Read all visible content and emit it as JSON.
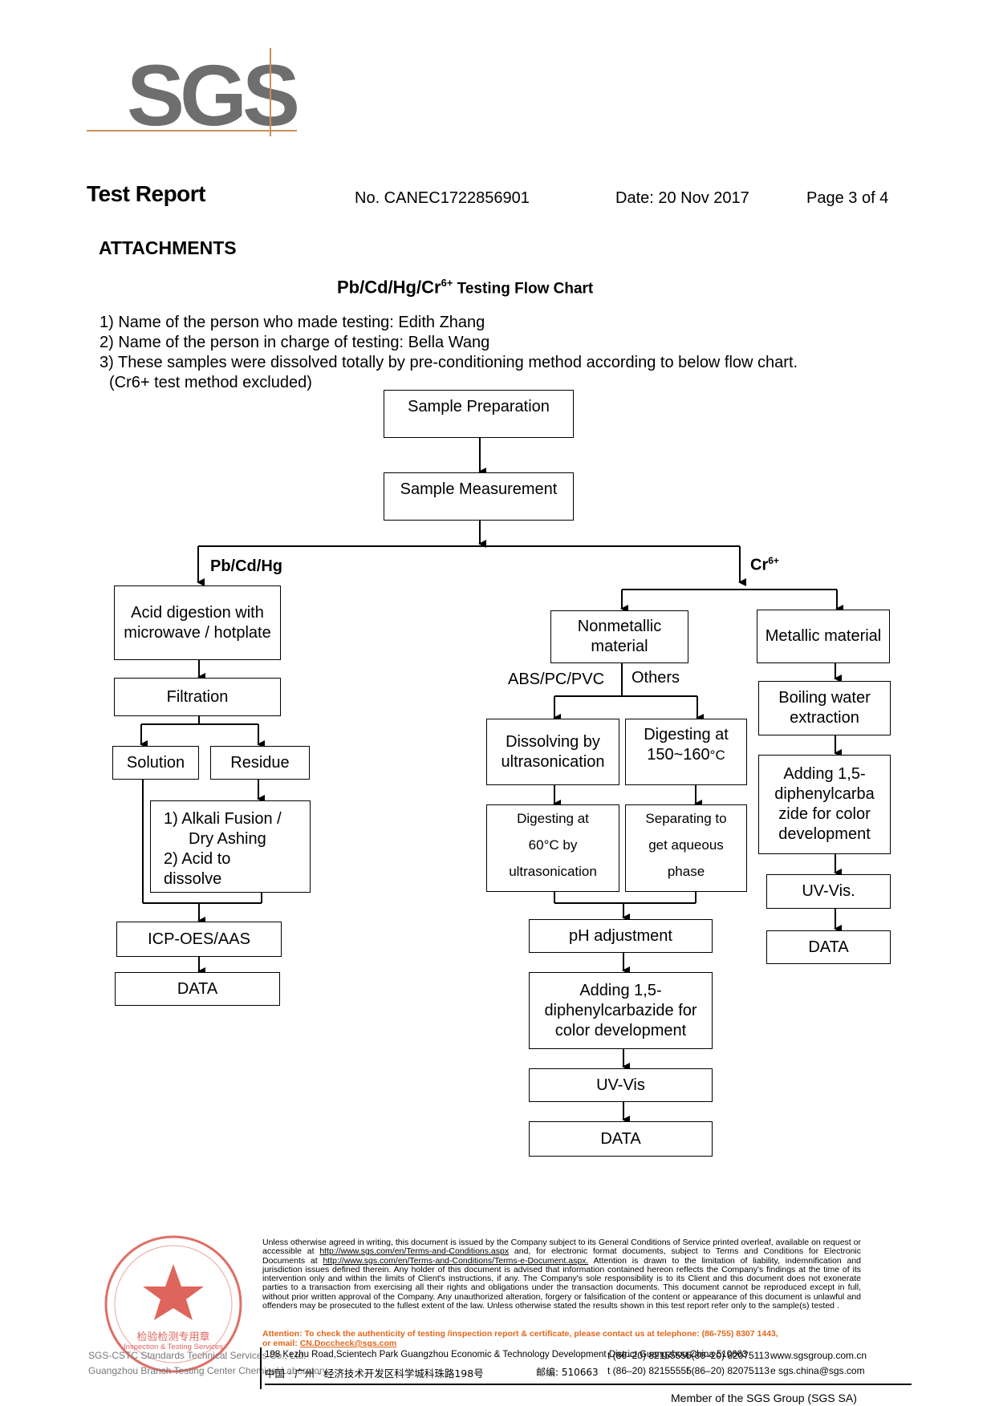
{
  "logo": {
    "text": "SGS"
  },
  "header": {
    "title": "Test Report",
    "number": "No. CANEC1722856901",
    "date": "Date: 20 Nov 2017",
    "page": "Page 3 of 4"
  },
  "attachments": "ATTACHMENTS",
  "chart_title": {
    "main": "Pb/Cd/Hg/Cr",
    "sup": "6+",
    "rest": " Testing Flow Chart"
  },
  "notes": [
    "1) Name of the person who made testing: Edith Zhang",
    "2) Name of the person in charge of testing: Bella Wang",
    "3) These samples were dissolved totally by pre-conditioning method according to below flow chart.",
    "(Cr6+ test method excluded)"
  ],
  "flow": {
    "sample_preparation": "Sample Preparation",
    "sample_measurement": "Sample Measurement",
    "branch_pb": "Pb/Cd/Hg",
    "branch_cr": "Cr",
    "branch_cr_sup": "6+",
    "acid_digestion": "Acid digestion with microwave / hotplate",
    "filtration": "Filtration",
    "solution": "Solution",
    "residue": "Residue",
    "alkali_1": "1) Alkali Fusion /",
    "alkali_2": "Dry Ashing",
    "alkali_3": "2) Acid to",
    "alkali_4": "dissolve",
    "icp": "ICP-OES/AAS",
    "data_left": "DATA",
    "nonmetallic": "Nonmetallic material",
    "metallic": "Metallic material",
    "abs_pc_pvc": "ABS/PC/PVC",
    "others": "Others",
    "dissolving": "Dissolving by ultrasonication",
    "digesting_150_a": "Digesting at",
    "digesting_150_b": "150~160",
    "digesting_150_unit": "°C",
    "digesting_60_a": "Digesting at",
    "digesting_60_b": "60°C by",
    "digesting_60_c": "ultrasonication",
    "separating_a": "Separating to",
    "separating_b": "get aqueous",
    "separating_c": "phase",
    "ph": "pH adjustment",
    "adding_mid": "Adding 1,5-diphenylcarbazide for color development",
    "uvvis_mid": "UV-Vis",
    "data_mid": "DATA",
    "boiling": "Boiling water extraction",
    "adding_right": "Adding 1,5-diphenylcarba zide for color development",
    "uvvis_right": "UV-Vis.",
    "data_right": "DATA"
  },
  "footer": {
    "disclaimer_1": "Unless otherwise agreed in writing, this document is issued by the Company subject to its General Conditions of Service printed overleaf, available on request or accessible at ",
    "link_1": "http://www.sgs.com/en/Terms-and-Conditions.aspx",
    "disclaimer_2": " and, for electronic format documents, subject to Terms and Conditions for Electronic Documents at ",
    "link_2": "http://www.sgs.com/en/Terms-and-Conditions/Terms-e-Document.aspx.",
    "disclaimer_3": " Attention is drawn to the limitation of liability, indemnification and jurisdiction issues defined therein. Any holder of this document is advised that information contained hereon reflects the Company's findings at the time of its intervention only and within the limits of Client's instructions, if any. The Company's sole responsibility is to its Client and this document does not exonerate parties to a transaction from exercising all their rights and obligations under the transaction documents. This document cannot be reproduced except in full, without prior written approval of the Company. Any unauthorized alteration, forgery or falsification of the content or appearance of this document is unlawful and offenders may be prosecuted to the fullest extent of the law. Unless otherwise stated the results shown in this test report refer only to the sample(s) tested .",
    "attention": "Attention: To check the authenticity of testing /inspection report & certificate, please contact us at telephone: (86-755) 8307 1443,",
    "email_prefix": "or email: ",
    "email": "CN.Doccheck@sgs.com",
    "address_en": "198 Kezhu Road,Scientech Park Guangzhou Economic & Technology Development District,Guangzhou,China  510663",
    "address_cn": "中国 · 广州 · 经济技术开发区科学城科珠路198号",
    "postcode_cn": "邮编: 510663",
    "tel": "t (86–20) 82155555",
    "fax": "f (86–20) 82075113",
    "web": "www.sgsgroup.com.cn",
    "mail": "e sgs.china@sgs.com",
    "company_1": "SGS-CSTC Standards Technical Services Co., Ltd.",
    "company_2": "Guangzhou Branch Testing Center Chemical Laboratory",
    "stamp_text_1": "检验检测专用章",
    "stamp_text_2": "Inspection & Testing Services",
    "member": "Member of the SGS Group (SGS SA)"
  }
}
